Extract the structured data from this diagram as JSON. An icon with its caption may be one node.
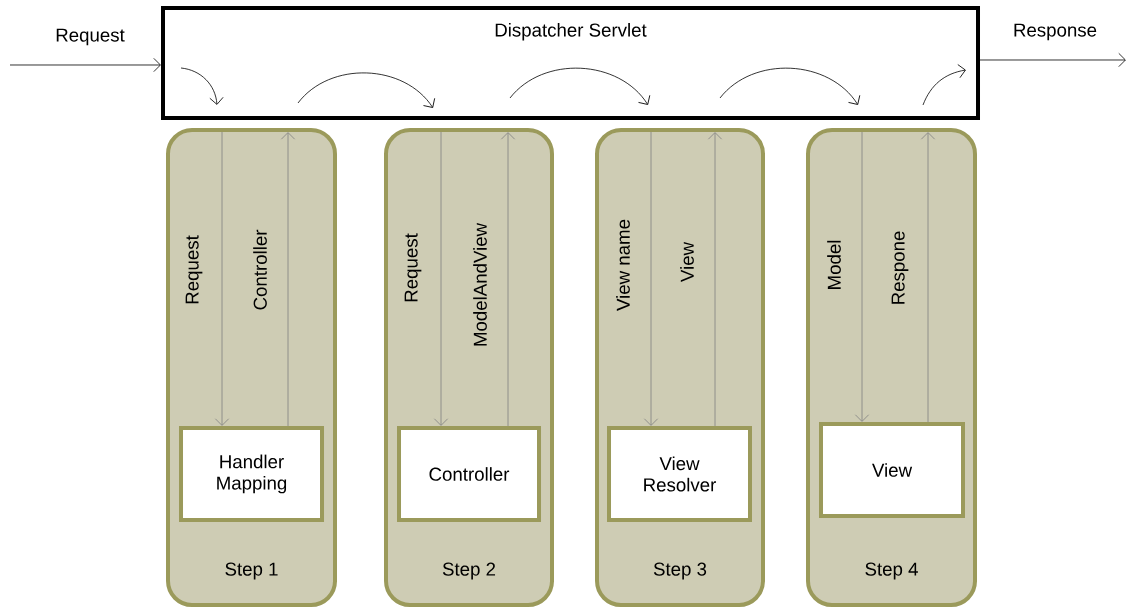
{
  "diagram": {
    "nodes": [
      {
        "text": [
          "Dispatcher Servlet"
        ]
      },
      {
        "text": [
          "Step 1"
        ]
      },
      {
        "text": [
          "Handler Mapping"
        ],
        "in": 1
      },
      {
        "text": [
          "Step 2"
        ]
      },
      {
        "text": [
          "Controller"
        ],
        "in": 3
      },
      {
        "text": [
          "Step 3"
        ]
      },
      {
        "text": [
          "View Resolver"
        ],
        "in": 5
      },
      {
        "text": [
          "Step 4"
        ]
      },
      {
        "text": [
          "View"
        ],
        "in": 7
      }
    ],
    "edges": [
      {
        "from": null,
        "to": 0,
        "arrow": "to",
        "label": "Request",
        "color": "#000000"
      },
      {
        "from": 0,
        "to": 2,
        "arrow": "to",
        "label": "Request"
      },
      {
        "from": 2,
        "to": 0,
        "arrow": "to",
        "label": "Controller"
      },
      {
        "from": 0,
        "to": 4,
        "arrow": "to",
        "label": "Request"
      },
      {
        "from": 4,
        "to": 0,
        "arrow": "to",
        "label": "ModelAndView"
      },
      {
        "from": 0,
        "to": 6,
        "arrow": "to",
        "label": "View name"
      },
      {
        "from": 6,
        "to": 0,
        "arrow": "to",
        "label": "View"
      },
      {
        "from": 0,
        "to": 8,
        "arrow": "to",
        "label": "Model"
      },
      {
        "from": 8,
        "to": 0,
        "arrow": "to",
        "label": "Respone"
      },
      {
        "from": 0,
        "to": null,
        "arrow": "to",
        "label": "Response",
        "color": "#000000"
      }
    ]
  }
}
